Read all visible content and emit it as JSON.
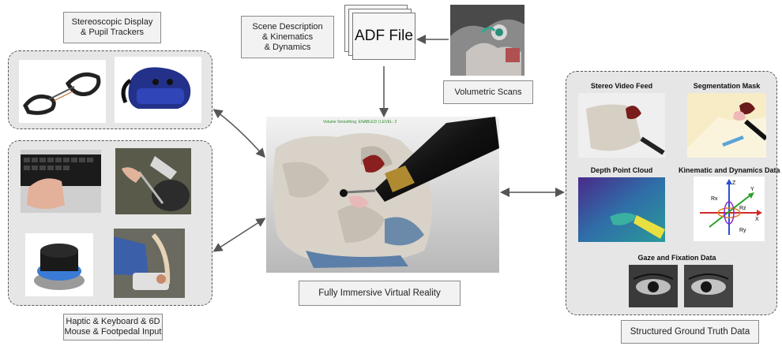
{
  "labels": {
    "stereo_display": "Stereoscopic Display\n& Pupil Trackers",
    "haptic": "Haptic & Keyboard & 6D\nMouse & Footpedal Input",
    "scene": "Scene Description\n& Kinematics\n& Dynamics",
    "adf": "ADF File",
    "volumetric": "Volumetric Scans",
    "immersive": "Fully Immersive Virtual Reality",
    "ground_truth": "Structured Ground Truth Data"
  },
  "sim_screen": {
    "top_caption": "Volume Smoothing: ENABLED | LEVEL: 2"
  },
  "data_panels": {
    "stereo_video": "Stereo Video Feed",
    "segmentation": "Segmentation Mask",
    "depth": "Depth Point Cloud",
    "kinematic": "Kinematic and Dynamics Data",
    "gaze": "Gaze and Fixation Data"
  },
  "axes": {
    "z": "Z",
    "y": "Y",
    "x": "X",
    "rx": "Rx",
    "ry": "Ry",
    "rz": "Rz"
  },
  "colors": {
    "group_fill": "#e6e6e6",
    "arrow": "#555555",
    "bone": "#d8d2c8",
    "tissue_red": "#8a1f1f",
    "drill_gold": "#b08a30"
  }
}
